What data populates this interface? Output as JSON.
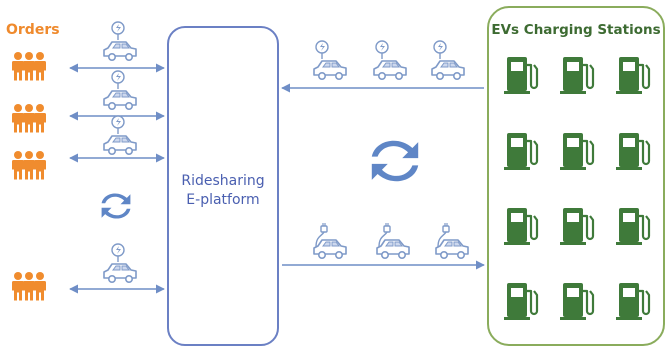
{
  "orders": {
    "title": "Orders",
    "groups": 4
  },
  "platform": {
    "line1": "Ridesharing",
    "line2": "E-platform"
  },
  "stations": {
    "title": "EVs Charging Stations",
    "count": 12
  },
  "colors": {
    "orders": "#f08c2e",
    "platform": "#6b80c4",
    "arrow": "#6f8ec6",
    "car": "#7f9ac8",
    "station_border": "#8aac5c",
    "pump": "#3f7a3a",
    "sync": "#5f86c6"
  },
  "icons": [
    "person-group-icon",
    "ev-car-icon",
    "charging-pump-icon",
    "sync-arrows-icon"
  ]
}
